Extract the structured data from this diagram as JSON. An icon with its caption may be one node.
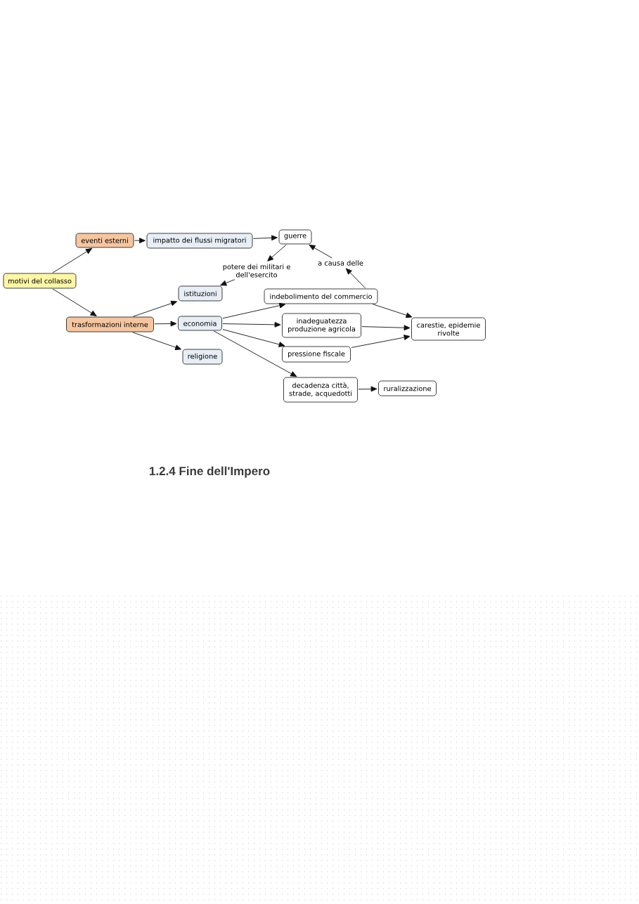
{
  "diagram": {
    "nodes": [
      {
        "text": [
          "motivi del collasso"
        ]
      },
      {
        "text": [
          "eventi esterni"
        ]
      },
      {
        "text": [
          "impatto dei flussi migratori"
        ]
      },
      {
        "text": [
          "guerre"
        ]
      },
      {
        "text": [
          "potere dei militari e dell'esercito"
        ]
      },
      {
        "text": [
          "a causa delle"
        ]
      },
      {
        "text": [
          "istituzioni"
        ]
      },
      {
        "text": [
          "indebolimento del commercio"
        ]
      },
      {
        "text": [
          "trasformazioni interne"
        ]
      },
      {
        "text": [
          "economia"
        ]
      },
      {
        "text": [
          "inadeguatezza produzione agricola"
        ]
      },
      {
        "text": [
          "carestie, epidemie rivolte"
        ]
      },
      {
        "text": [
          "religione"
        ]
      },
      {
        "text": [
          "pressione fiscale"
        ]
      },
      {
        "text": [
          "decadenza città, strade, acquedotti"
        ]
      },
      {
        "text": [
          "ruralizzazione"
        ]
      }
    ],
    "edges": [
      {
        "from": 0,
        "to": 1,
        "arrow": "to"
      },
      {
        "from": 0,
        "to": 8,
        "arrow": "to"
      },
      {
        "from": 1,
        "to": 2,
        "arrow": "to"
      },
      {
        "from": 2,
        "to": 3,
        "arrow": "to"
      },
      {
        "from": 3,
        "to": 4,
        "arrow": "to"
      },
      {
        "from": 4,
        "to": 6,
        "arrow": "to"
      },
      {
        "from": 7,
        "to": 5,
        "arrow": "to"
      },
      {
        "from": 5,
        "to": 3,
        "arrow": "to"
      },
      {
        "from": 8,
        "to": 6,
        "arrow": "to"
      },
      {
        "from": 8,
        "to": 9,
        "arrow": "to"
      },
      {
        "from": 8,
        "to": 12,
        "arrow": "to"
      },
      {
        "from": 9,
        "to": 7,
        "arrow": "to"
      },
      {
        "from": 9,
        "to": 10,
        "arrow": "to"
      },
      {
        "from": 9,
        "to": 13,
        "arrow": "to"
      },
      {
        "from": 9,
        "to": 14,
        "arrow": "to"
      },
      {
        "from": 7,
        "to": 11,
        "arrow": "to"
      },
      {
        "from": 10,
        "to": 11,
        "arrow": "to"
      },
      {
        "from": 13,
        "to": 11,
        "arrow": "to"
      },
      {
        "from": 14,
        "to": 15,
        "arrow": "to"
      }
    ],
    "labels": [
      "1.2.4 Fine dell'Impero"
    ]
  }
}
